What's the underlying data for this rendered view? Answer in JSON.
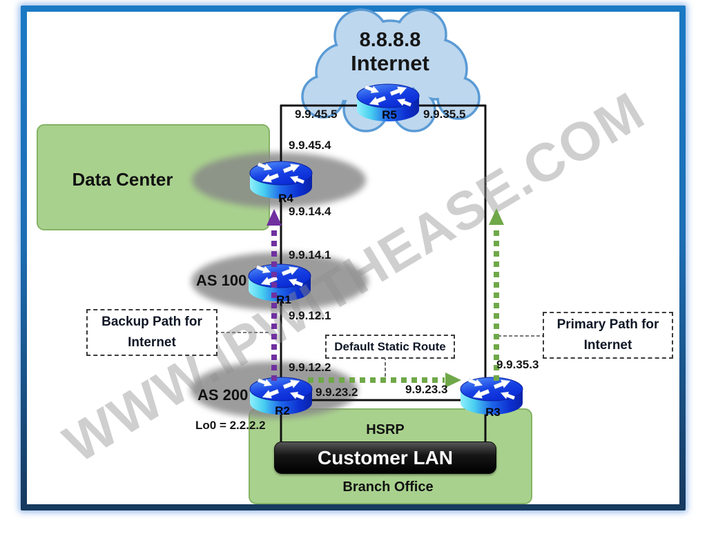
{
  "watermark": "WWW.IPWITHEASE.COM",
  "cloud": {
    "ip": "8.8.8.8",
    "name": "Internet"
  },
  "zones": {
    "data_center": "Data Center",
    "as100": "AS 100",
    "as200": "AS 200",
    "branch_office": "Branch Office",
    "customer_lan": "Customer LAN",
    "hsrp": "HSRP"
  },
  "routers": {
    "r1": "R1",
    "r2": "R2",
    "r3": "R3",
    "r4": "R4",
    "r5": "R5"
  },
  "ip_labels": {
    "r5_left": "9.9.45.5",
    "r5_right": "9.9.35.5",
    "r4_top": "9.9.45.4",
    "r4_bottom": "9.9.14.4",
    "r1_top": "9.9.14.1",
    "r1_bottom": "9.9.12.1",
    "r2_top": "9.9.12.2",
    "r2_right": "9.9.23.2",
    "r3_left": "9.9.23.3",
    "r3_top": "9.9.35.3",
    "r2_loopback": "Lo0 = 2.2.2.2"
  },
  "callouts": {
    "backup_path": "Backup Path for Internet",
    "primary_path": "Primary Path for Internet",
    "default_static_route": "Default Static Route"
  },
  "colors": {
    "primary_path_green": "#6FA848",
    "backup_path_purple": "#7030A0",
    "zone_green": "#A9D18E",
    "cloud_fill": "#BDD7EE",
    "cloud_stroke": "#5B9BD5",
    "frame_top": "#1B79C4",
    "frame_bottom": "#17395E"
  }
}
